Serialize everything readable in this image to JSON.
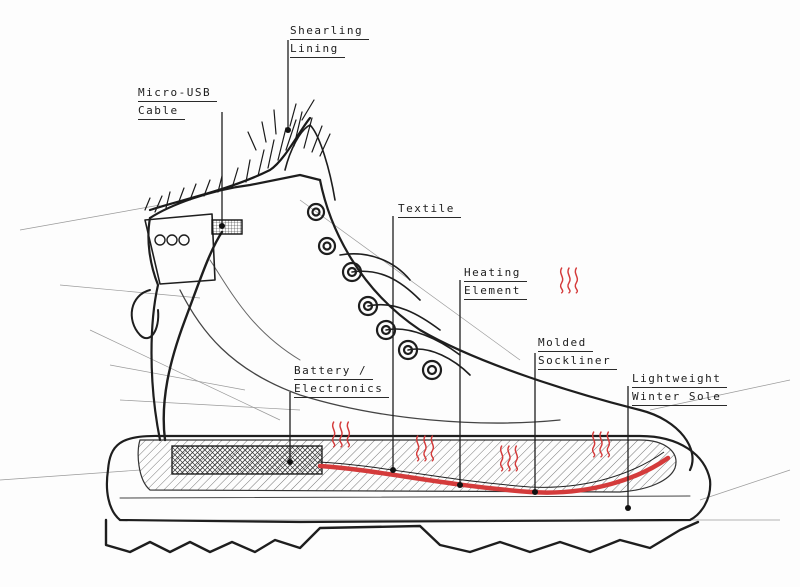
{
  "colors": {
    "ink": "#1e1e1e",
    "heating_accent": "#d43b3b",
    "background": "#fdfdfd"
  },
  "labels": {
    "shearling": {
      "line1": "Shearling",
      "line2": "Lining"
    },
    "microusb": {
      "line1": "Micro-USB",
      "line2": "Cable"
    },
    "textile": {
      "line1": "Textile"
    },
    "heating": {
      "line1": "Heating",
      "line2": "Element"
    },
    "battery": {
      "line1": "Battery /",
      "line2": "Electronics"
    },
    "sockliner": {
      "line1": "Molded",
      "line2": "Sockliner"
    },
    "sole": {
      "line1": "Lightweight",
      "line2": "Winter Sole"
    }
  },
  "icons": {
    "heat_waves": "heat-waves-icon",
    "usb_port": "usb-port-icon"
  }
}
